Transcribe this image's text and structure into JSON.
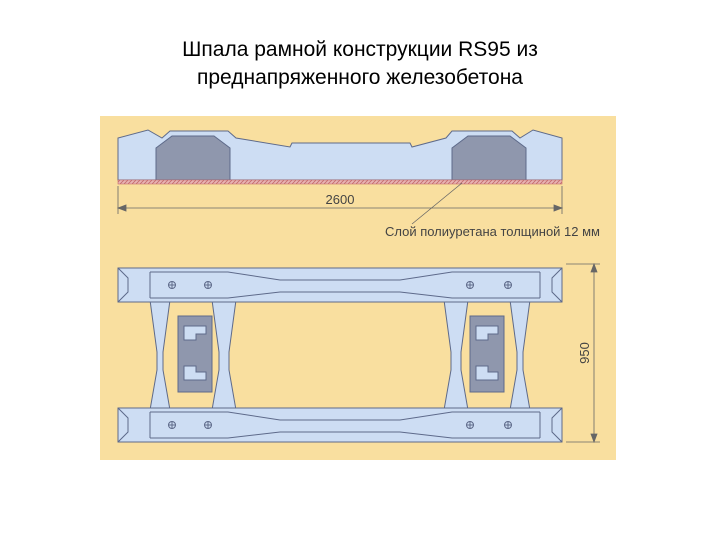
{
  "title": {
    "line1": "Шпала рамной конструкции RS95 из",
    "line2": "преднапряженного железобетона"
  },
  "drawing": {
    "length_label": "2600",
    "layer_label": "Слой полиуретана толщиной 12 мм",
    "width_label": "950"
  },
  "colors": {
    "background": "#f9df9f",
    "concrete": "#cdddf3",
    "concrete_stroke": "#5e6a8a",
    "pad": "#8f97ad",
    "polyurethane": "#e0a0a0",
    "dimension": "#666666"
  }
}
